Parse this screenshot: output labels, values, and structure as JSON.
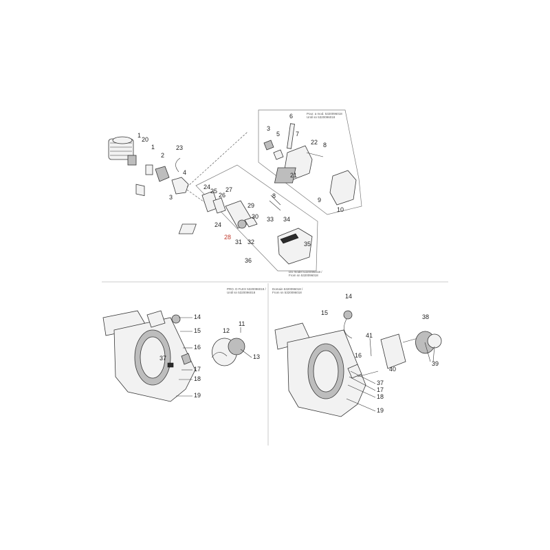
{
  "figure": {
    "callouts": [
      "1",
      "2",
      "3",
      "4",
      "5",
      "6",
      "7",
      "8",
      "9",
      "10",
      "11",
      "12",
      "13",
      "14",
      "15",
      "16",
      "17",
      "18",
      "19",
      "20",
      "21",
      "22",
      "23",
      "24",
      "25",
      "26",
      "27",
      "28",
      "29",
      "30",
      "31",
      "32",
      "33",
      "34",
      "35",
      "36",
      "37",
      "38",
      "39",
      "40",
      "41"
    ],
    "notes": {
      "box_top_right_line1": "Pour. a mod. 5320096018",
      "box_top_right_line2": "Until sn 5320096018",
      "box_middle_line1": "DS model 5320096018 /",
      "box_middle_line2": "From sn 5320096018",
      "left_panel_line1": "PRO. D FLEX 5320096018 /",
      "left_panel_line2": "Until sn 5320096018",
      "right_panel_line1": "Domain 5320096018 /",
      "right_panel_line2": "From sn 5320096018"
    },
    "colors": {
      "highlight_callout": "#c0392b",
      "line": "#333333"
    }
  }
}
